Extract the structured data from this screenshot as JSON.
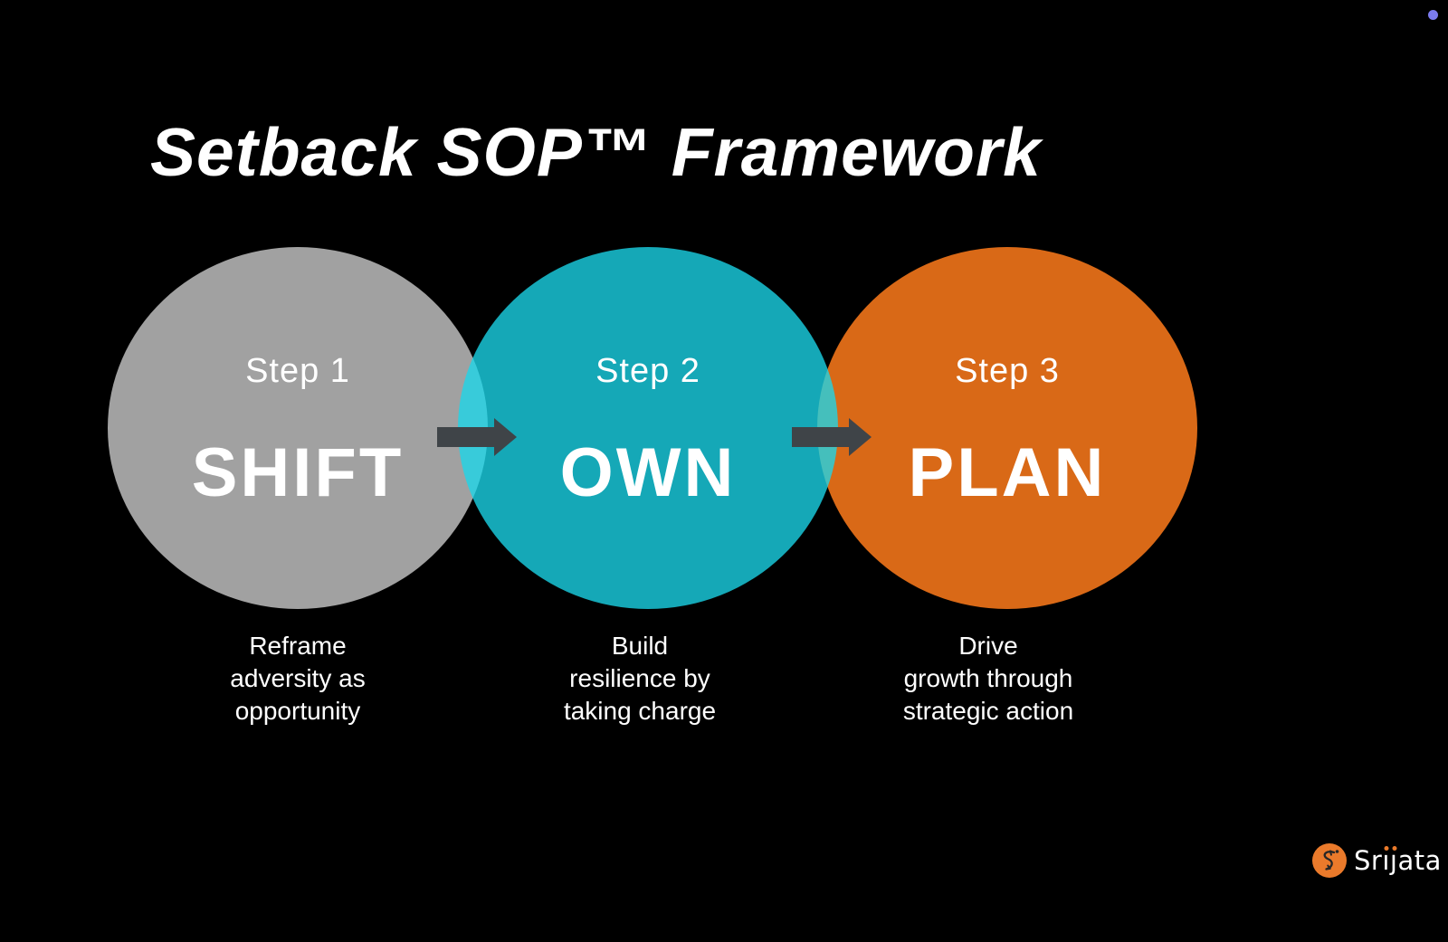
{
  "page": {
    "background_color": "#000000",
    "decor_dot_color": "#7B7BEE"
  },
  "title": "Setback SOP™ Framework",
  "steps": [
    {
      "label": "Step 1",
      "word": "SHIFT",
      "caption": "Reframe\nadversity as\nopportunity",
      "circle_color": "#A1A1A1"
    },
    {
      "label": "Step 2",
      "word": "OWN",
      "caption": "Build\nresilience by\ntaking charge",
      "circle_color": "#12A8B5"
    },
    {
      "label": "Step 3",
      "word": "PLAN",
      "caption": "Drive\ngrowth through\nstrategic action",
      "circle_color": "#D96917"
    }
  ],
  "overlap_colors": {
    "gray_teal_lens": "#36CCDA",
    "teal_orange_lens": "#42C0BD"
  },
  "arrow_color": "#3F4448",
  "logo": {
    "name": "Srijata",
    "icon": "s-curve-path-arrow-icon",
    "icon_color": "#EA7A2B",
    "dot_color": "#EA7A2B",
    "pieces": {
      "pre": "Sr",
      "i": "ı",
      "j": "ȷ",
      "post": "ata"
    }
  }
}
